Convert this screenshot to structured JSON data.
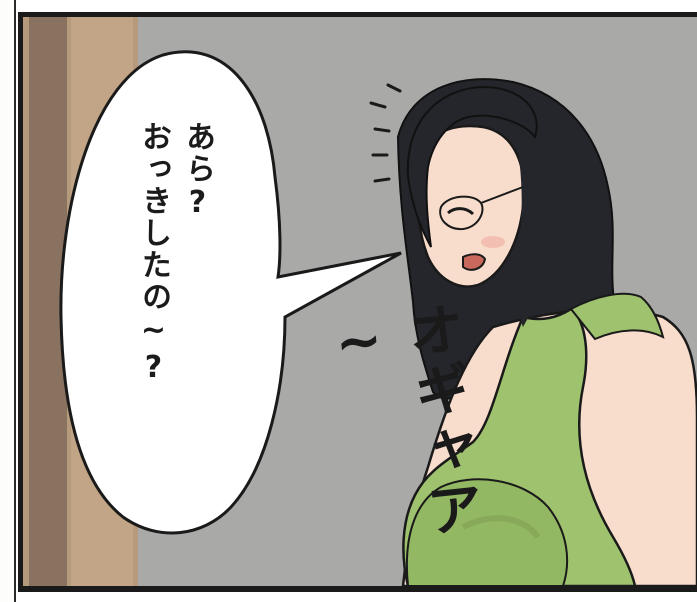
{
  "speech_bubble": {
    "line1": "あら?",
    "line2": "おっきしたの~?"
  },
  "sound_effect": "オギャア~",
  "colors": {
    "wall": "#a9a9a7",
    "door_frame": "#b69a7c",
    "dress": "#9ec26d",
    "skin": "#f8dccc",
    "hair": "#24262b"
  }
}
